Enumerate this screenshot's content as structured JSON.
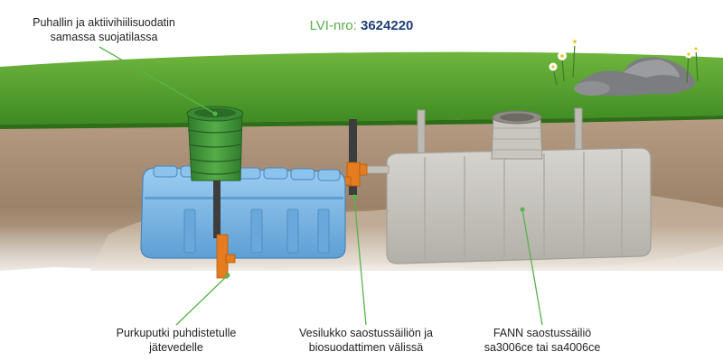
{
  "lvi": {
    "label": "LVI-nro:",
    "number": "3624220"
  },
  "labels": {
    "blower": {
      "line1": "Puhallin ja aktiivihiilisuodatin",
      "line2": "samassa suojatilassa"
    },
    "outlet": {
      "line1": "Purkuputki puhdistetulle",
      "line2": "jätevedelle"
    },
    "trap": {
      "line1": "Vesilukko saostussäiliön ja",
      "line2": "biosuodattimen välissä"
    },
    "septic": {
      "line1": "FANN saostussäiliö",
      "line2": "sa3006ce tai sa4006ce"
    }
  },
  "colors": {
    "grass": "#4e9a2c",
    "soil": "#a68e74",
    "blue_tank": "#7fb8e6",
    "green_riser": "#3f8f38",
    "concrete": "#c8c6c0",
    "pipe": "#e57c1f",
    "leader": "#58b34a",
    "lvi_number": "#1f3f78"
  }
}
